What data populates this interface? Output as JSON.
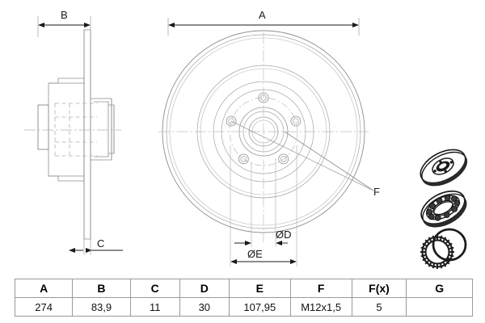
{
  "drawing": {
    "title": "Brake disc technical drawing",
    "dimension_labels": {
      "A": "A",
      "B": "B",
      "C": "C",
      "D": "ØD",
      "E": "ØE",
      "F": "F"
    },
    "views": {
      "side_section": "side-section-view",
      "front_circular": "front-circular-view"
    },
    "parts_illustrations": [
      {
        "name": "brake-disc-3d",
        "label": ""
      },
      {
        "name": "ball-bearing-3d",
        "label": ""
      },
      {
        "name": "abs-tone-ring-3d",
        "label": ""
      }
    ],
    "line_color": "#8a8a8a",
    "dim_color": "#1a1a1a",
    "part_color": "#1b1b1b"
  },
  "spec_table": {
    "headers": [
      "A",
      "B",
      "C",
      "D",
      "E",
      "F",
      "F(x)",
      "G"
    ],
    "values": [
      "274",
      "83,9",
      "11",
      "30",
      "107,95",
      "M12x1,5",
      "5",
      ""
    ]
  }
}
